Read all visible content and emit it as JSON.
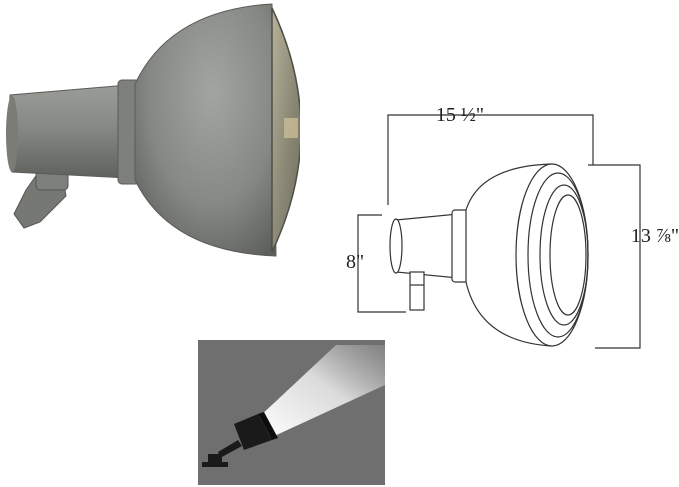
{
  "dimensions": {
    "width_label": "15 ½\"",
    "height_label": "13 ⅞\"",
    "mount_label": "8\""
  },
  "icons": {
    "photo": "floodlight-photo",
    "drawing": "floodlight-line-drawing",
    "beam": "light-beam-icon"
  },
  "colors": {
    "fixture_gray": "#8a8c88",
    "beam_panel_bg": "#6f6f70",
    "line": "#333333"
  }
}
